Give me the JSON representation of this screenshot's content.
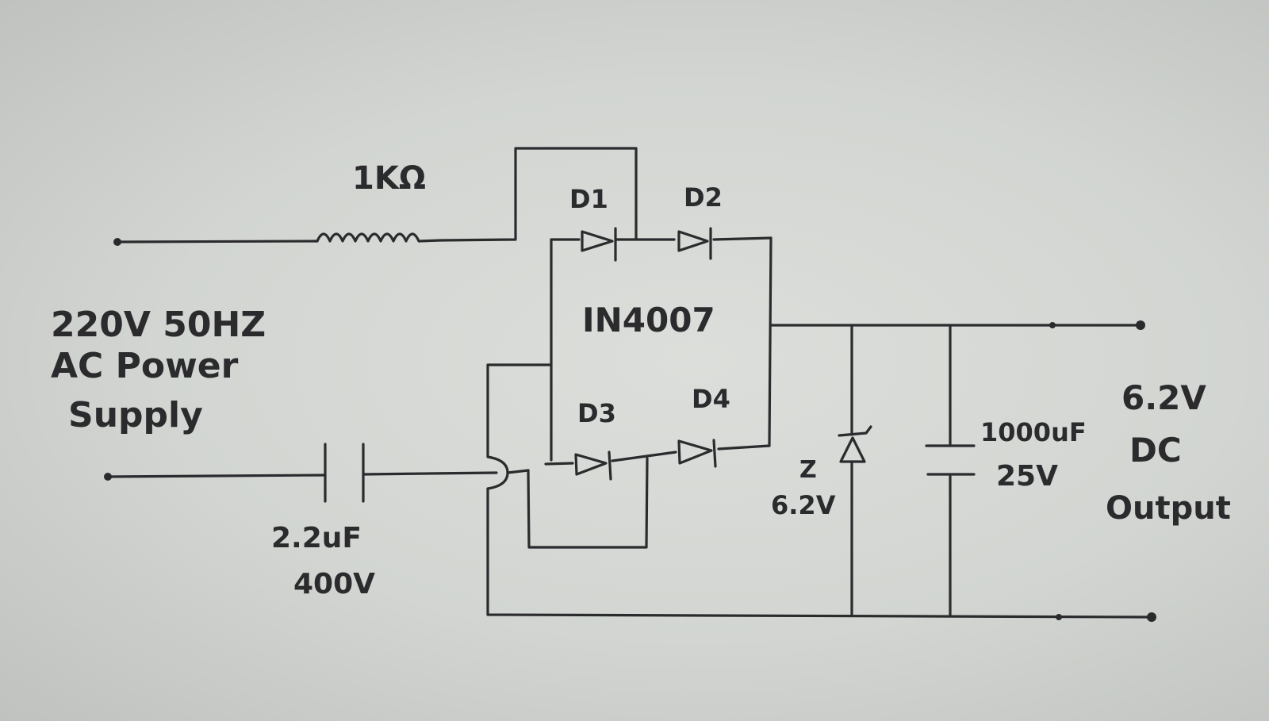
{
  "labels": {
    "resistor_value": "1KΩ",
    "d1": "D1",
    "d2": "D2",
    "d3": "D3",
    "d4": "D4",
    "bridge_diode_part": "IN4007",
    "supply_line1": "220V 50HZ",
    "supply_line2": "AC Power",
    "supply_line3": "Supply",
    "input_cap_value": "2.2uF",
    "input_cap_voltage": "400V",
    "zener_letter": "Z",
    "zener_voltage": "6.2V",
    "filter_cap_value": "1000uF",
    "filter_cap_voltage": "25V",
    "output_line1": "6.2V",
    "output_line2": "DC",
    "output_line3": "Output"
  },
  "colors": {
    "ink": "#2b2b2e",
    "paper": "#d6d9d5"
  }
}
